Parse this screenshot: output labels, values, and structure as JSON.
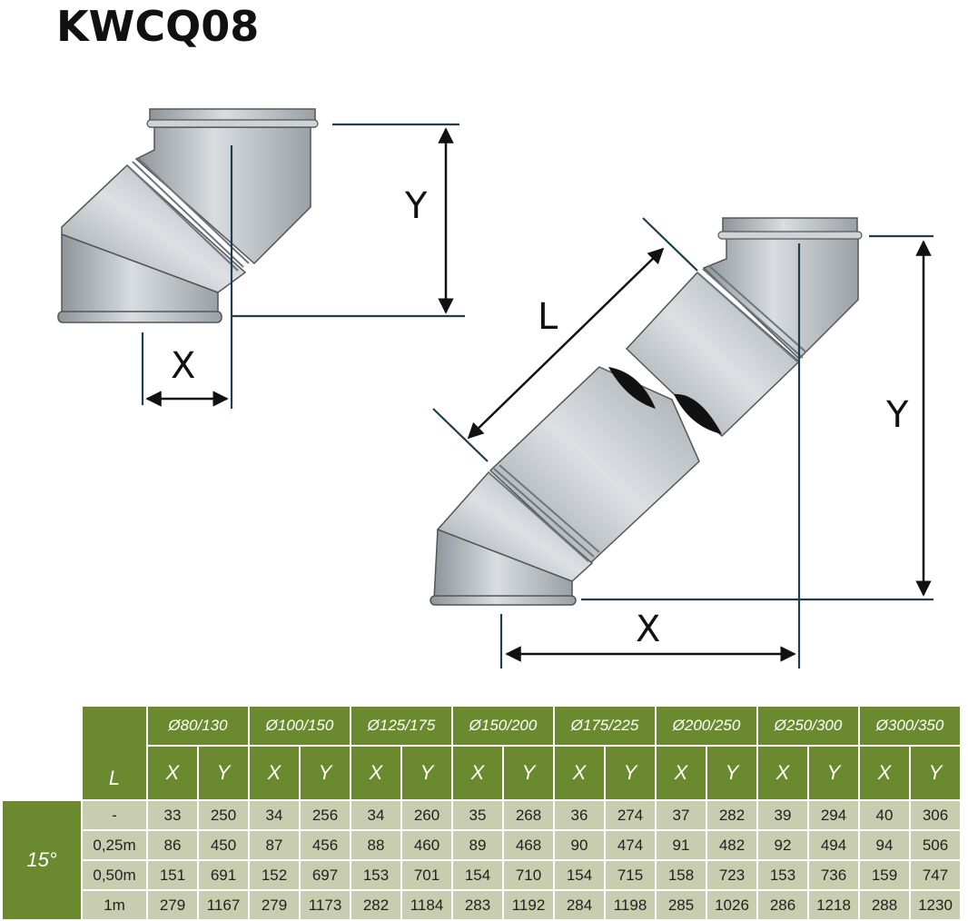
{
  "title": "KWCQ08",
  "diagram": {
    "left_labels": {
      "y": "Y",
      "x": "X"
    },
    "right_labels": {
      "l": "L",
      "y": "Y",
      "x": "X"
    }
  },
  "table": {
    "l_header": "L",
    "angle": "15°",
    "diameters": [
      "Ø80/130",
      "Ø100/150",
      "Ø125/175",
      "Ø150/200",
      "Ø175/225",
      "Ø200/250",
      "Ø250/300",
      "Ø300/350"
    ],
    "x_label": "X",
    "y_label": "Y",
    "rows": [
      {
        "l": "-",
        "values": [
          [
            "33",
            "250"
          ],
          [
            "34",
            "256"
          ],
          [
            "34",
            "260"
          ],
          [
            "35",
            "268"
          ],
          [
            "36",
            "274"
          ],
          [
            "37",
            "282"
          ],
          [
            "39",
            "294"
          ],
          [
            "40",
            "306"
          ]
        ]
      },
      {
        "l": "0,25m",
        "values": [
          [
            "86",
            "450"
          ],
          [
            "87",
            "456"
          ],
          [
            "88",
            "460"
          ],
          [
            "89",
            "468"
          ],
          [
            "90",
            "474"
          ],
          [
            "91",
            "482"
          ],
          [
            "92",
            "494"
          ],
          [
            "94",
            "506"
          ]
        ]
      },
      {
        "l": "0,50m",
        "values": [
          [
            "151",
            "691"
          ],
          [
            "152",
            "697"
          ],
          [
            "153",
            "701"
          ],
          [
            "154",
            "710"
          ],
          [
            "154",
            "715"
          ],
          [
            "158",
            "723"
          ],
          [
            "153",
            "736"
          ],
          [
            "159",
            "747"
          ]
        ]
      },
      {
        "l": "1m",
        "values": [
          [
            "279",
            "1167"
          ],
          [
            "279",
            "1173"
          ],
          [
            "282",
            "1184"
          ],
          [
            "283",
            "1192"
          ],
          [
            "284",
            "1198"
          ],
          [
            "285",
            "1026"
          ],
          [
            "286",
            "1218"
          ],
          [
            "288",
            "1230"
          ]
        ]
      }
    ]
  },
  "colors": {
    "header_green": "#6b8a2f",
    "cell_grey": "#c8cdb0",
    "dim_line": "#1f3f4f"
  }
}
